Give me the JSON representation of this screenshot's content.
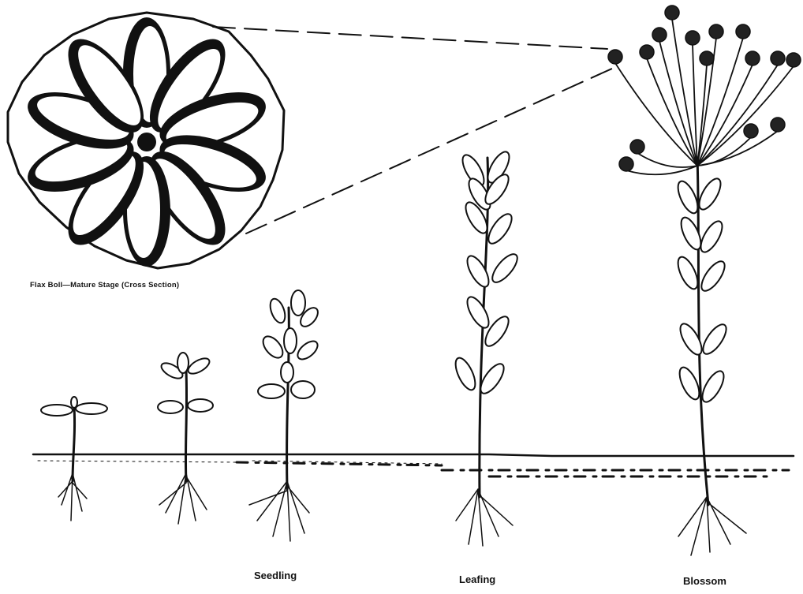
{
  "figure": {
    "boll_caption": "Flax Boll—Mature Stage (Cross Section)",
    "stage_labels": {
      "seedling": "Seedling",
      "leafing": "Leafing",
      "blossom": "Blossom"
    },
    "ink_color": "#111111",
    "paper_color": "#ffffff"
  }
}
